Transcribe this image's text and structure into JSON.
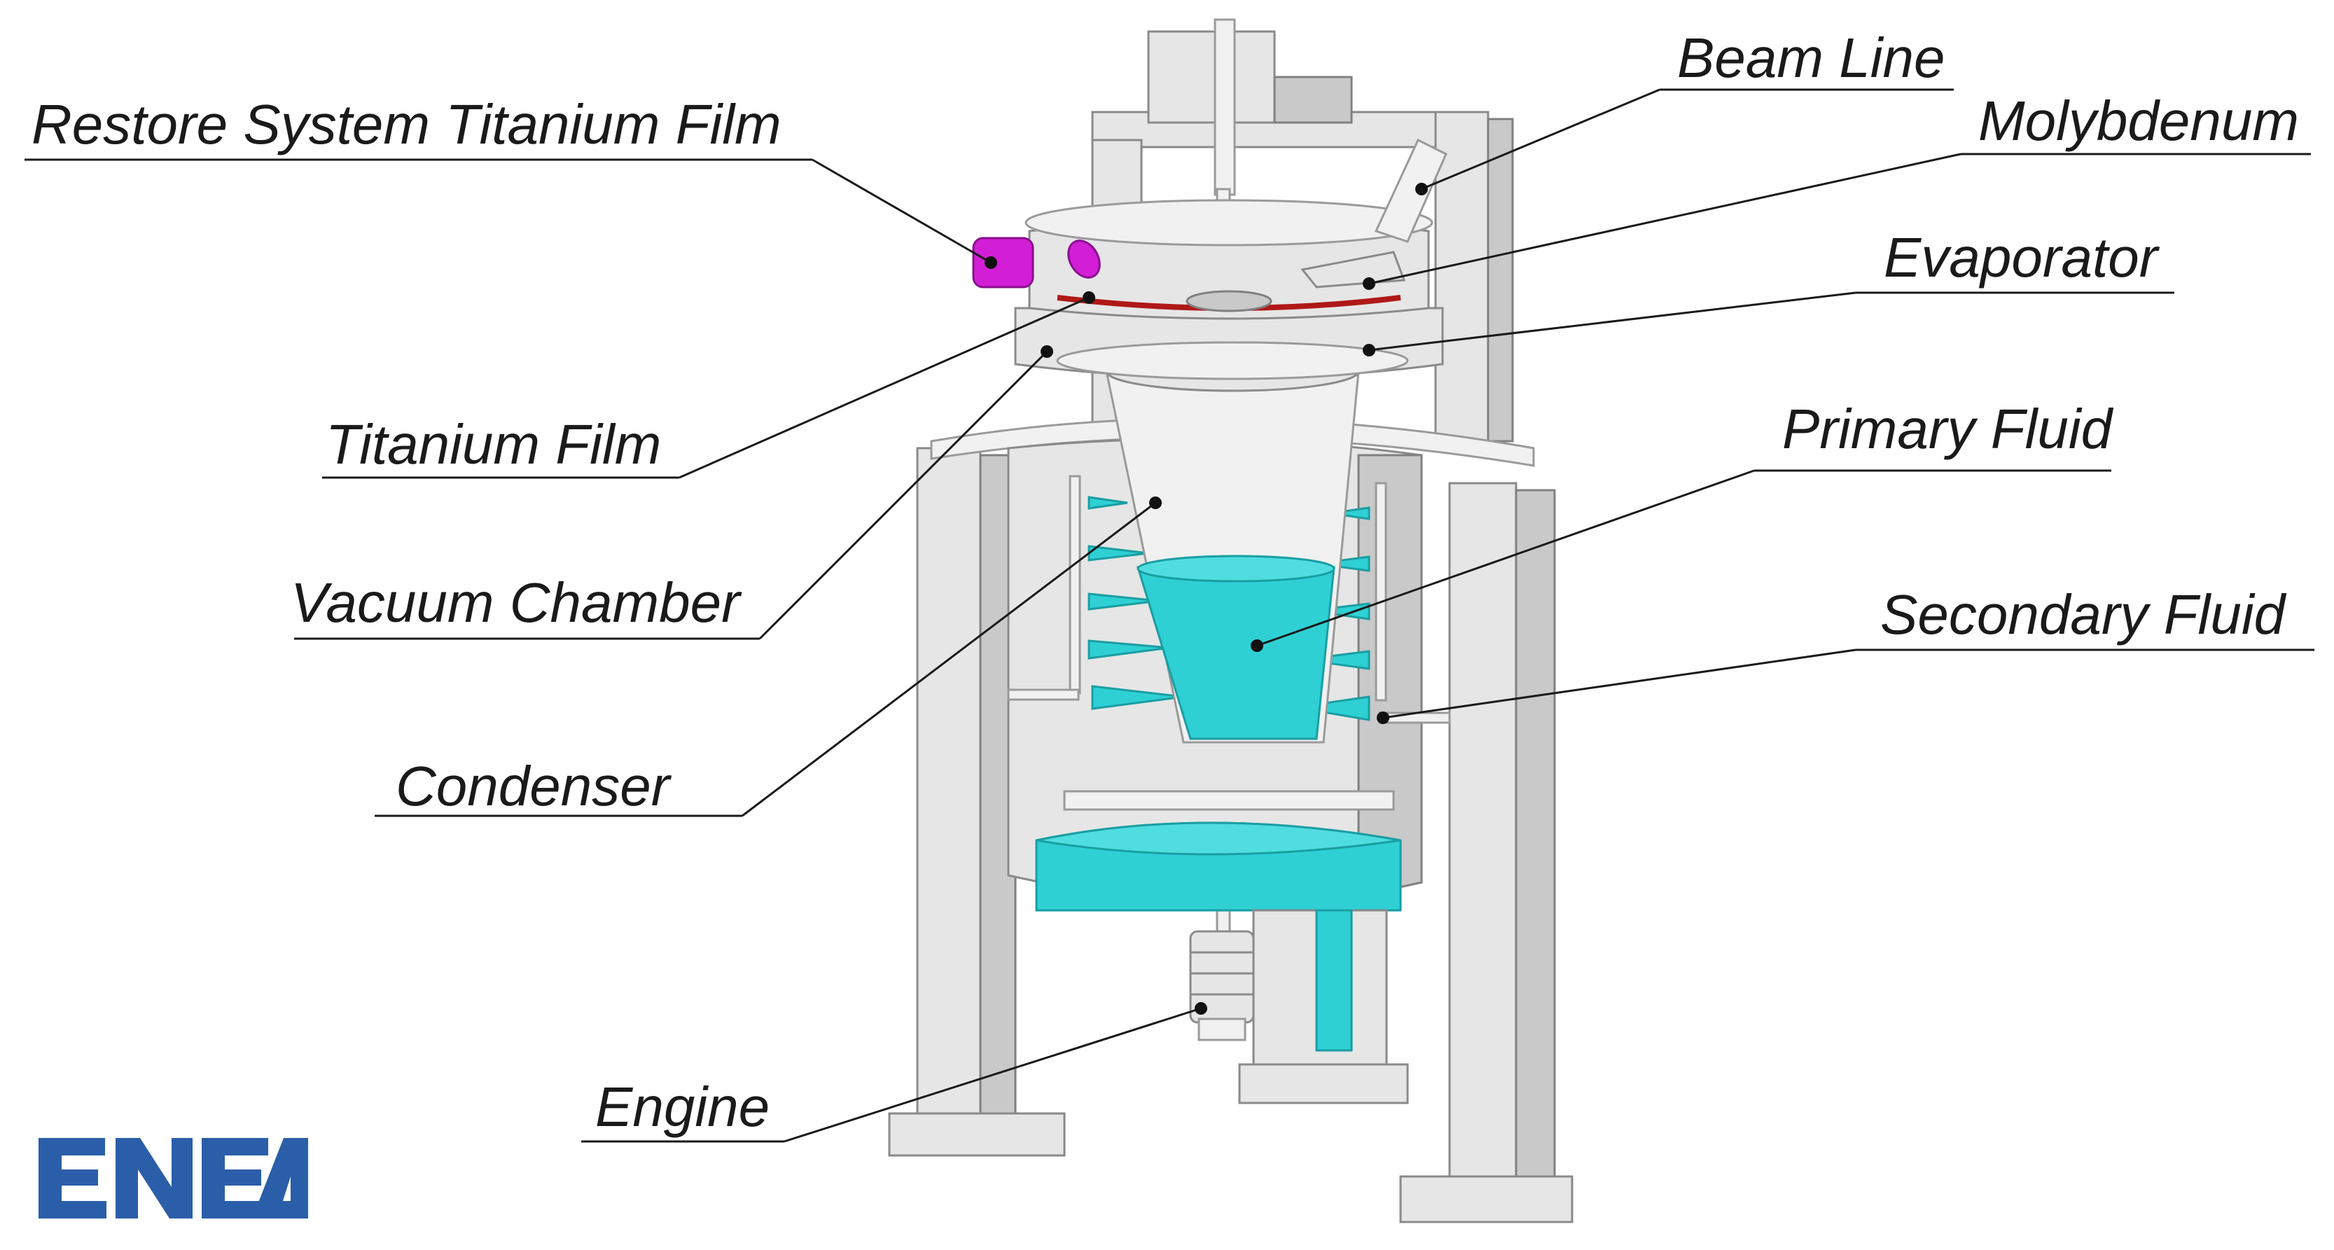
{
  "labels": {
    "beam_line": "Beam Line",
    "restore_system": "Restore System Titanium Film",
    "molybdenum": "Molybdenum",
    "evaporator": "Evaporator",
    "titanium_film": "Titanium Film",
    "primary_fluid": "Primary Fluid",
    "vacuum_chamber": "Vacuum Chamber",
    "secondary_fluid": "Secondary Fluid",
    "condenser": "Condenser",
    "engine": "Engine"
  },
  "logo": {
    "text": "ENEA",
    "color": "#2a5ea8"
  },
  "colors": {
    "fluid": "#2ed0d4",
    "restore_port": "#d21fd6",
    "evaporator_ring": "#b01818",
    "steel": "#e6e6e6"
  }
}
